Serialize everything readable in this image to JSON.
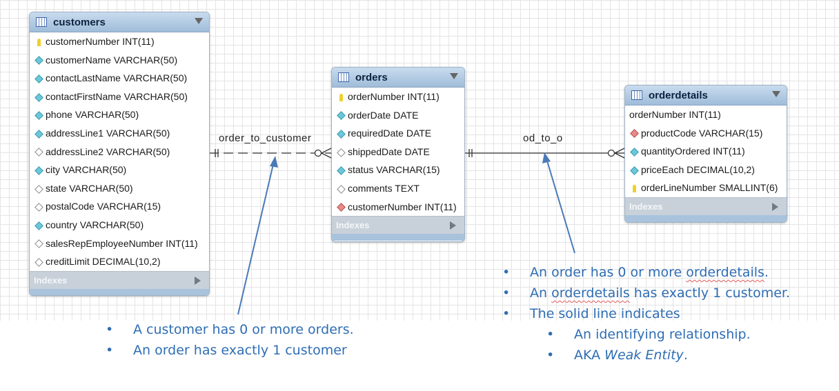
{
  "tables": {
    "customers": {
      "name": "customers",
      "columns": [
        {
          "icon": "pk",
          "text": "customerNumber INT(11)"
        },
        {
          "icon": "d",
          "text": "customerName VARCHAR(50)"
        },
        {
          "icon": "d",
          "text": "contactLastName VARCHAR(50)"
        },
        {
          "icon": "d",
          "text": "contactFirstName VARCHAR(50)"
        },
        {
          "icon": "d",
          "text": "phone VARCHAR(50)"
        },
        {
          "icon": "d",
          "text": "addressLine1 VARCHAR(50)"
        },
        {
          "icon": "e",
          "text": "addressLine2 VARCHAR(50)"
        },
        {
          "icon": "d",
          "text": "city VARCHAR(50)"
        },
        {
          "icon": "e",
          "text": "state VARCHAR(50)"
        },
        {
          "icon": "e",
          "text": "postalCode VARCHAR(15)"
        },
        {
          "icon": "d",
          "text": "country VARCHAR(50)"
        },
        {
          "icon": "e",
          "text": "salesRepEmployeeNumber INT(11)"
        },
        {
          "icon": "e",
          "text": "creditLimit DECIMAL(10,2)"
        }
      ],
      "indexes_label": "Indexes"
    },
    "orders": {
      "name": "orders",
      "columns": [
        {
          "icon": "pk",
          "text": "orderNumber INT(11)"
        },
        {
          "icon": "d",
          "text": "orderDate DATE"
        },
        {
          "icon": "d",
          "text": "requiredDate DATE"
        },
        {
          "icon": "e",
          "text": "shippedDate DATE"
        },
        {
          "icon": "d",
          "text": "status VARCHAR(15)"
        },
        {
          "icon": "e",
          "text": "comments TEXT"
        },
        {
          "icon": "f",
          "text": "customerNumber INT(11)"
        }
      ],
      "indexes_label": "Indexes"
    },
    "orderdetails": {
      "name": "orderdetails",
      "columns": [
        {
          "icon": "none",
          "text": "orderNumber INT(11)"
        },
        {
          "icon": "f",
          "text": "productCode VARCHAR(15)"
        },
        {
          "icon": "d",
          "text": "quantityOrdered INT(11)"
        },
        {
          "icon": "d",
          "text": "priceEach DECIMAL(10,2)"
        },
        {
          "icon": "pk",
          "text": "orderLineNumber SMALLINT(6)"
        }
      ],
      "indexes_label": "Indexes"
    }
  },
  "relationships": {
    "order_to_customer": {
      "label": "order_to_customer",
      "style": "dashed"
    },
    "od_to_o": {
      "label": "od_to_o",
      "style": "solid"
    }
  },
  "notes": {
    "left": {
      "bullet": "•",
      "lines": [
        "A customer has 0 or more orders.",
        "An order has exactly 1 customer"
      ]
    },
    "right": {
      "bullet": "•",
      "line1_pre": "An order has 0 or more ",
      "line1_word": "orderdetails",
      "line1_post": ".",
      "line2_word": "orderdetails",
      "line2_post": " has exactly 1 customer.",
      "line2_pre": "An ",
      "line3": "The solid line indicates",
      "sub1": "An identifying relationship.",
      "sub2_pre": "AKA ",
      "sub2_it": "Weak Entity",
      "sub2_post": "."
    }
  },
  "colors": {
    "note_text": "#2e6db3",
    "arrow": "#4a79b8",
    "table_header": "#a9c3dc"
  }
}
